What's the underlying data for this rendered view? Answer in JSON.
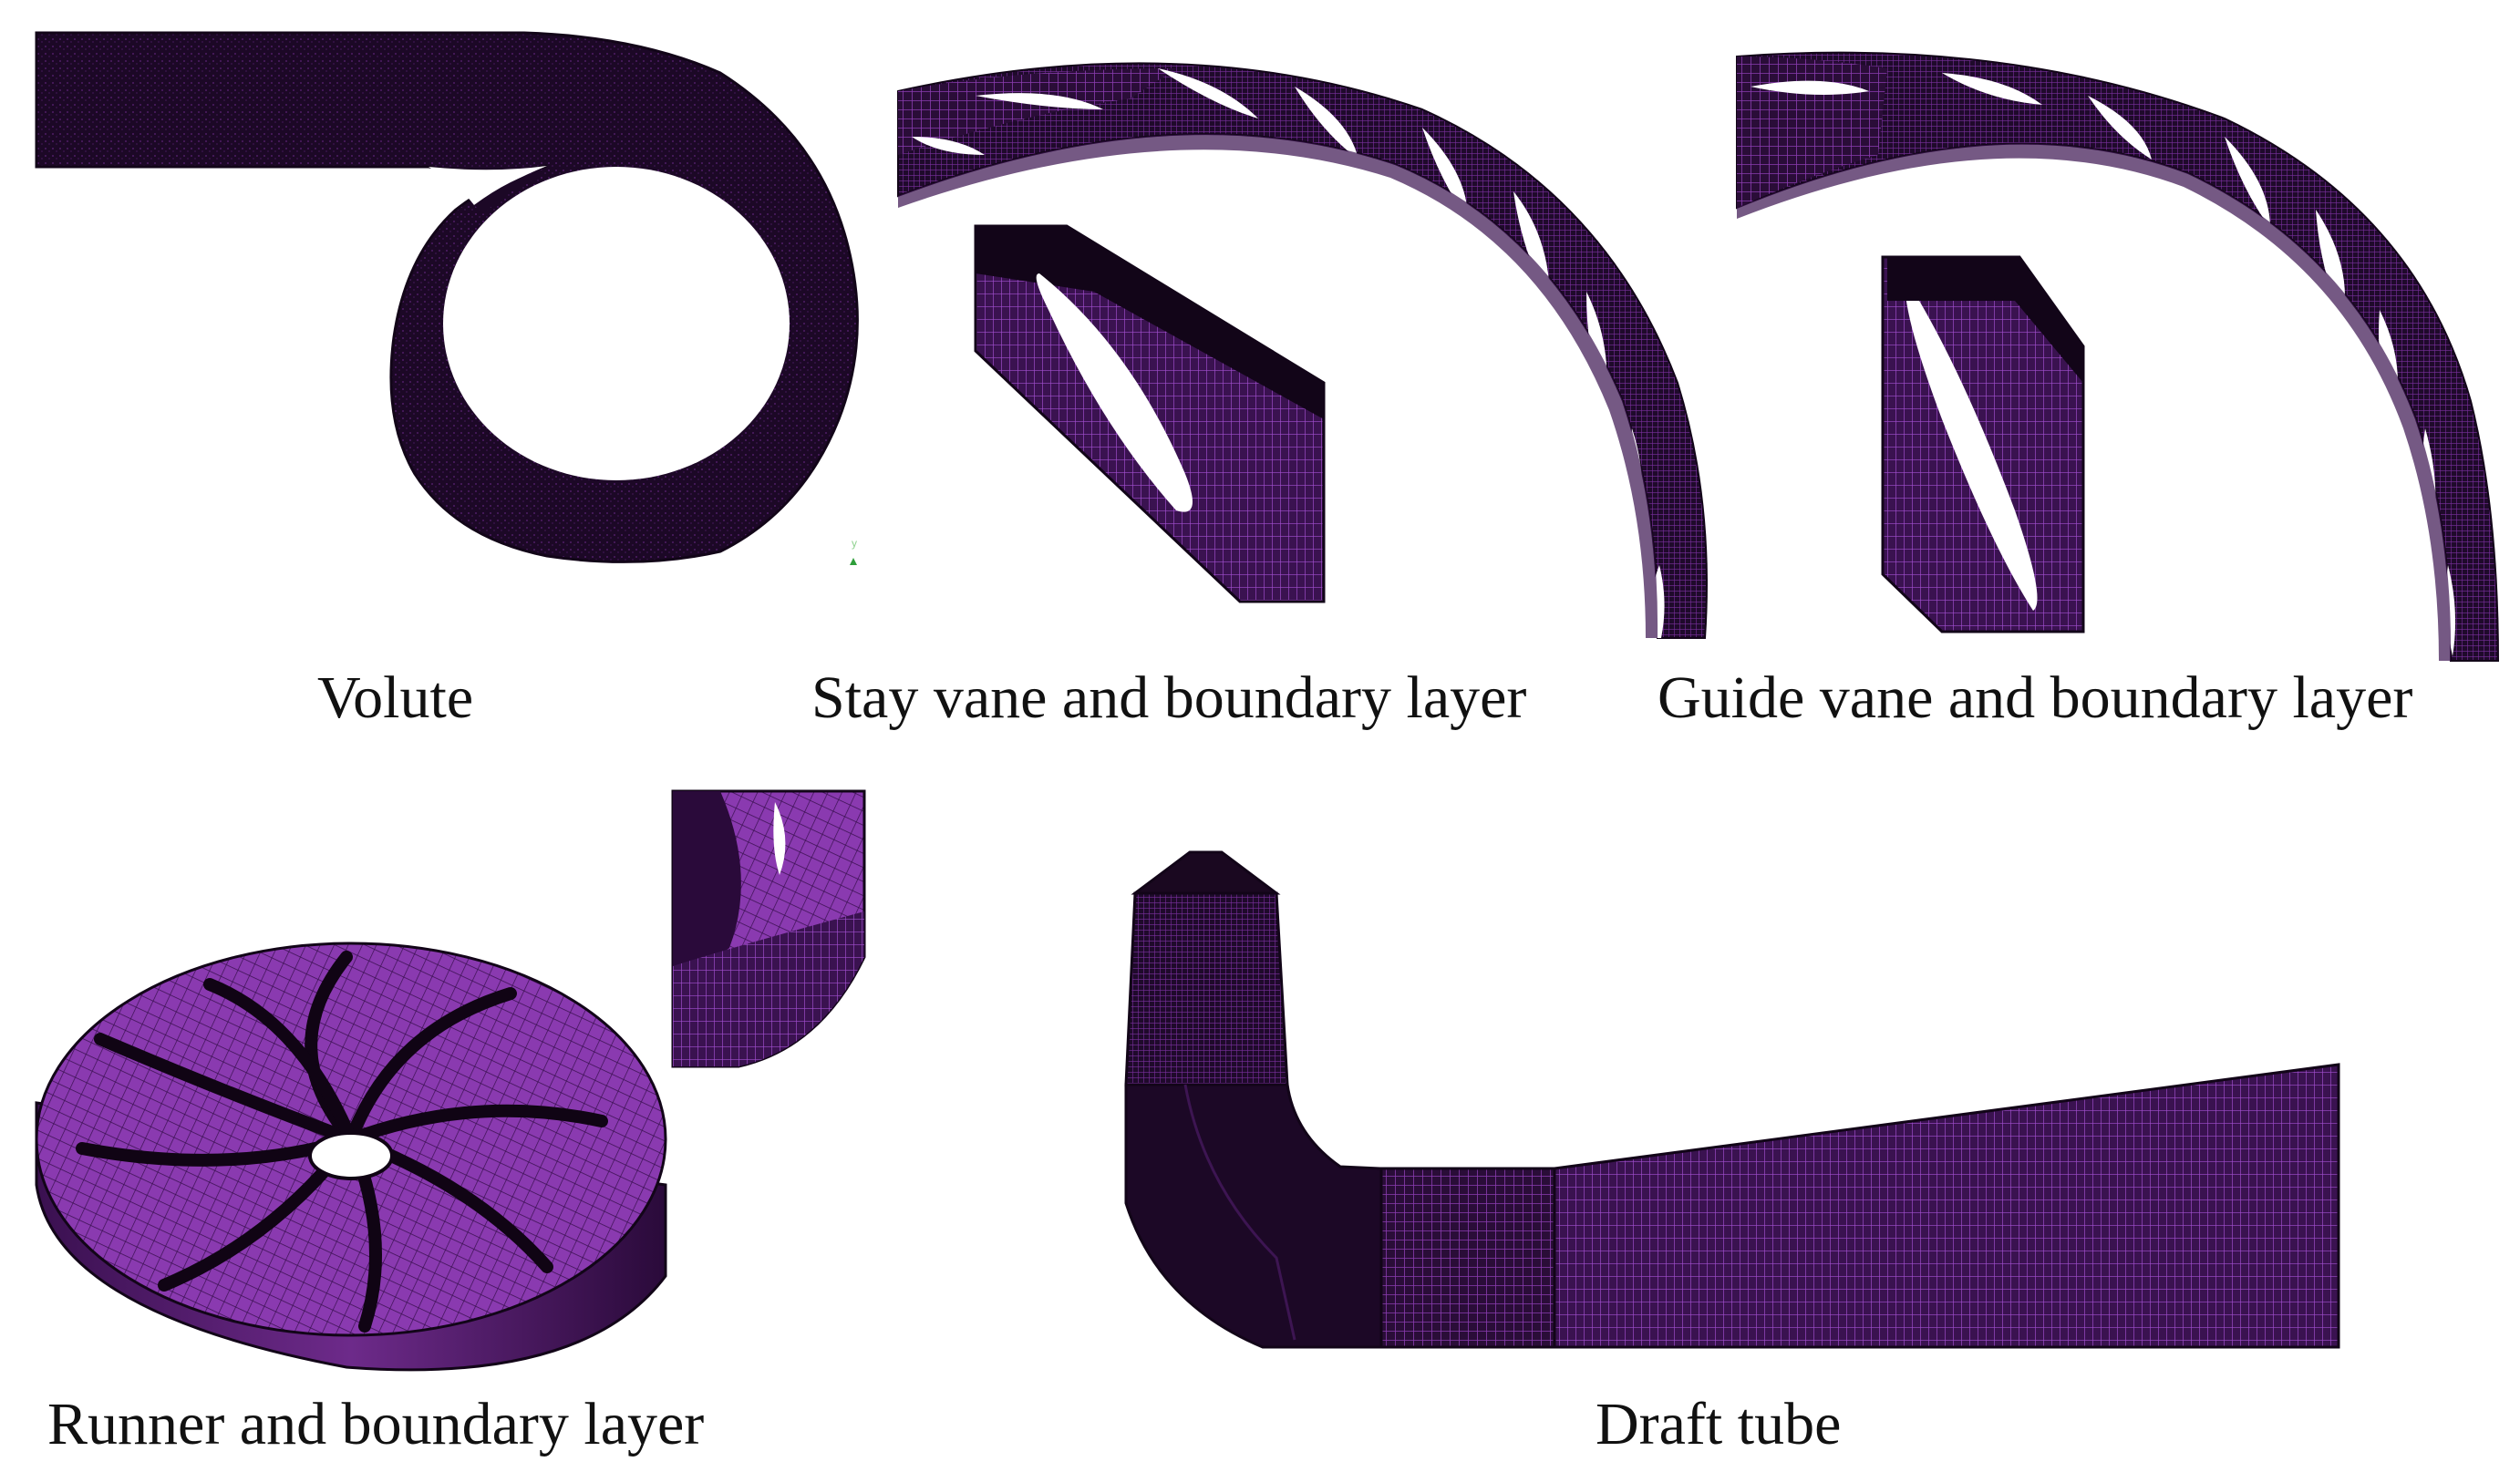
{
  "captions": {
    "volute": "Volute",
    "stay_vane": "Stay vane and boundary layer",
    "guide_vane": "Guide vane and boundary layer",
    "runner": "Runner and boundary layer",
    "draft_tube": "Draft tube"
  },
  "colors": {
    "mesh_dark": "#1a0820",
    "mesh_mid": "#3d1550",
    "mesh_purple": "#6d2a8a",
    "mesh_light": "#9b4fc0",
    "mesh_highlight": "#c070e8",
    "background": "#ffffff"
  },
  "axis_marker": {
    "label": "y"
  }
}
